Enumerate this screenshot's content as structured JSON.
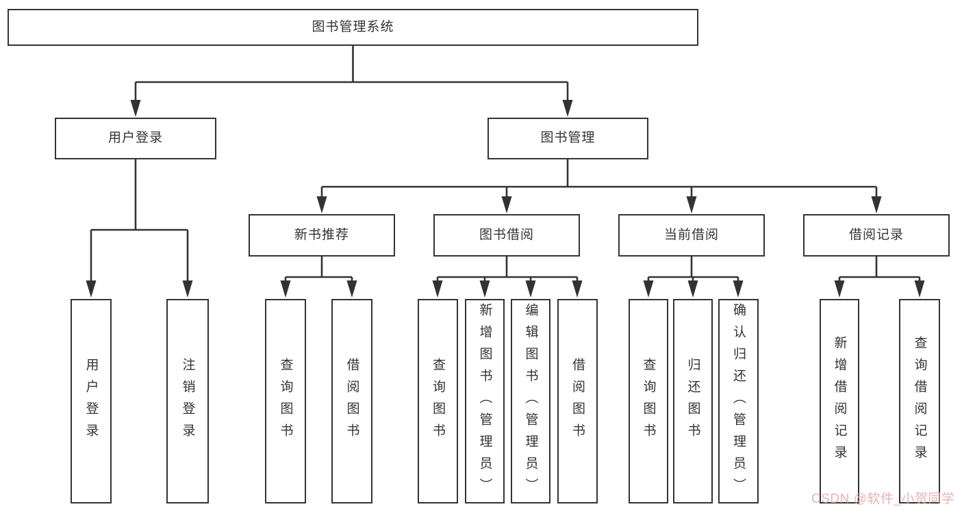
{
  "diagram": {
    "type": "tree",
    "root": {
      "label": "图书管理系统",
      "children": [
        {
          "label": "用户登录",
          "children": [
            {
              "label": "用户登录"
            },
            {
              "label": "注销登录"
            }
          ]
        },
        {
          "label": "图书管理",
          "children": [
            {
              "label": "新书推荐",
              "children": [
                {
                  "label": "查询图书"
                },
                {
                  "label": "借阅图书"
                }
              ]
            },
            {
              "label": "图书借阅",
              "children": [
                {
                  "label": "查询图书"
                },
                {
                  "label": "新增图书（管理员）"
                },
                {
                  "label": "编辑图书（管理员）"
                },
                {
                  "label": "借阅图书"
                }
              ]
            },
            {
              "label": "当前借阅",
              "children": [
                {
                  "label": "查询图书"
                },
                {
                  "label": "归还图书"
                },
                {
                  "label": "确认归还（管理员）"
                }
              ]
            },
            {
              "label": "借阅记录",
              "children": [
                {
                  "label": "新增借阅记录"
                },
                {
                  "label": "查询借阅记录"
                }
              ]
            }
          ]
        }
      ]
    }
  },
  "colors": {
    "line": "#333333",
    "box_border": "#333333",
    "box_fill": "#ffffff",
    "text": "#333333",
    "watermark": "#eba9a9",
    "background": "#ffffff"
  },
  "watermark": {
    "text": "CSDN @软件_小贺同学"
  }
}
